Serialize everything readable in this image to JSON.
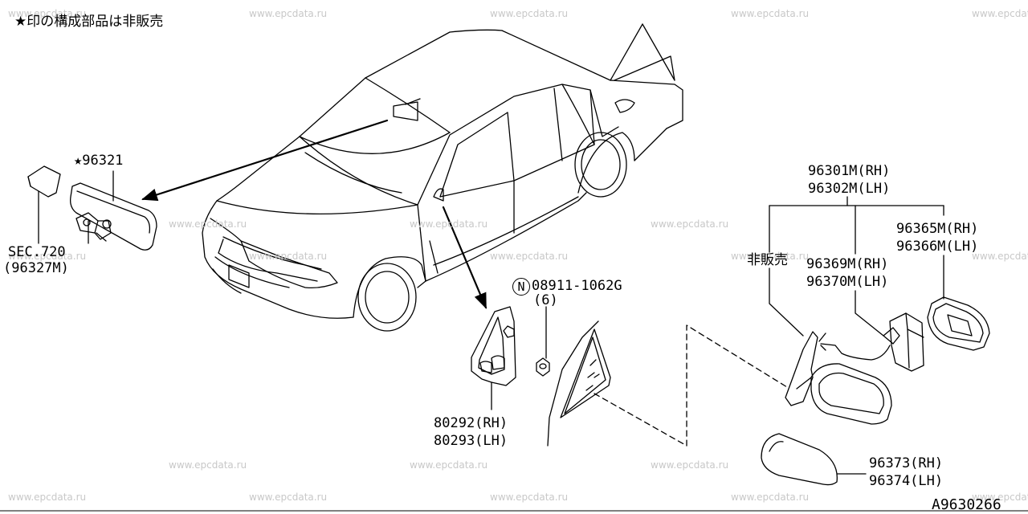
{
  "header_note": "★印の構成部品は非販売",
  "watermark_text": "www.epcdata.ru",
  "diagram_id": "A9630266",
  "parts": {
    "p96321": "★96321",
    "sec720": "SEC.720",
    "p96327m": "(96327M)",
    "p96301m": "96301M(RH)",
    "p96302m": "96302M(LH)",
    "p96365m": "96365M(RH)",
    "p96366m": "96366M(LH)",
    "not_sold": "非販売",
    "p96369m": "96369M(RH)",
    "p96370m": "96370M(LH)",
    "nut_symbol": "N",
    "nut_part": "08911-1062G",
    "nut_qty": "(6)",
    "p80292": "80292(RH)",
    "p80293": "80293(LH)",
    "p96373": "96373(RH)",
    "p96374": "96374(LH)"
  },
  "colors": {
    "line": "#000000",
    "watermark": "#c8c8c8",
    "background": "#ffffff"
  }
}
